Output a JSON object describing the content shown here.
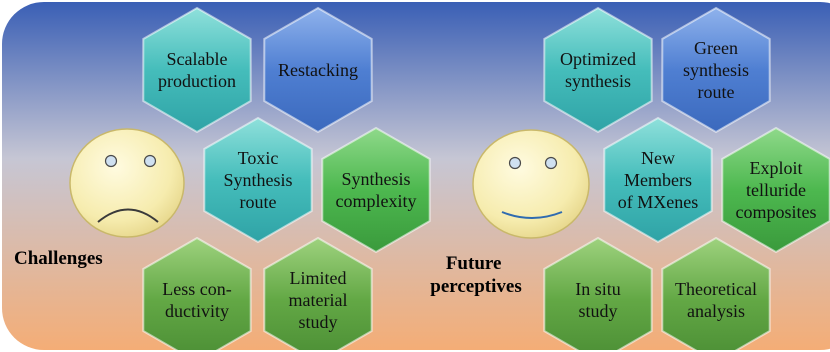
{
  "colors": {
    "bg_top": "#3f63b8",
    "bg_mid": "#c7c8d6",
    "bg_bottom": "#f3b07a",
    "blue_hex": "#4a78cc",
    "teal_hex": "#3fb9b9",
    "green_hex": "#4aae4a",
    "dark_green_hex": "#5aa03e",
    "face_fill": "#f6ecaa"
  },
  "challenges": {
    "label": "Challenges",
    "face": "sad-face",
    "hexagons": [
      {
        "name": "scalable-production",
        "lines": [
          "Scalable",
          "production"
        ],
        "color": "teal"
      },
      {
        "name": "restacking",
        "lines": [
          "Restacking"
        ],
        "color": "blue"
      },
      {
        "name": "toxic-synthesis-route",
        "lines": [
          "Toxic",
          "Synthesis",
          "route"
        ],
        "color": "teal"
      },
      {
        "name": "synthesis-complexity",
        "lines": [
          "Synthesis",
          "complexity"
        ],
        "color": "green"
      },
      {
        "name": "less-conductivity",
        "lines": [
          "Less con-",
          "ductivity"
        ],
        "color": "darkgreen"
      },
      {
        "name": "limited-material-study",
        "lines": [
          "Limited",
          "material",
          "study"
        ],
        "color": "darkgreen"
      }
    ]
  },
  "future": {
    "label_lines": [
      "Future",
      "perceptives"
    ],
    "face": "smiley-face",
    "hexagons": [
      {
        "name": "optimized-synthesis",
        "lines": [
          "Optimized",
          "synthesis"
        ],
        "color": "teal"
      },
      {
        "name": "green-synthesis-route",
        "lines": [
          "Green",
          "synthesis",
          "route"
        ],
        "color": "blue"
      },
      {
        "name": "new-members-of-mxenes",
        "lines": [
          "New",
          "Members",
          "of MXenes"
        ],
        "color": "teal"
      },
      {
        "name": "exploit-telluride-composites",
        "lines": [
          "Exploit",
          "telluride",
          "composites"
        ],
        "color": "green"
      },
      {
        "name": "in-situ-study",
        "lines": [
          "In situ",
          "study"
        ],
        "color": "darkgreen"
      },
      {
        "name": "theoretical-analysis",
        "lines": [
          "Theoretical",
          "analysis"
        ],
        "color": "darkgreen"
      }
    ]
  }
}
